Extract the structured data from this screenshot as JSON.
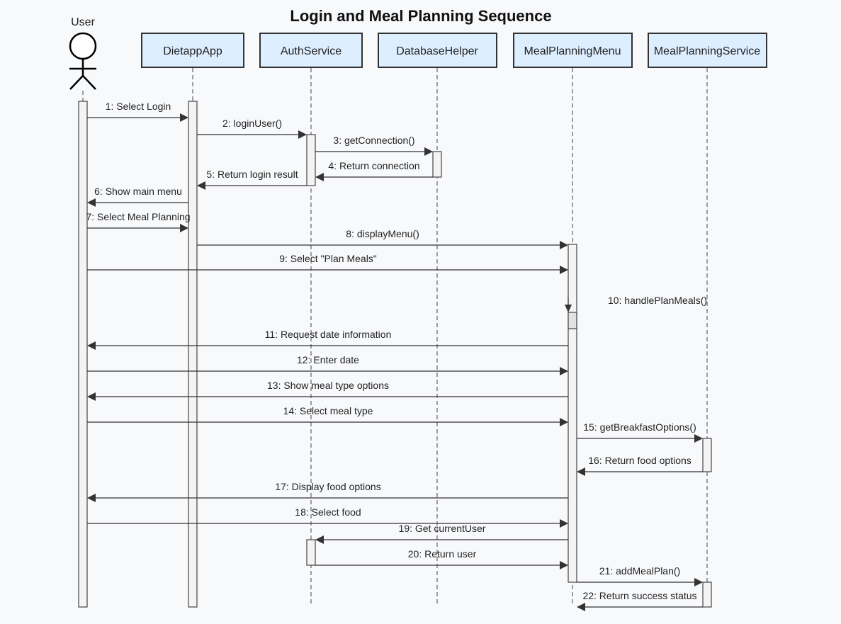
{
  "title": "Login and Meal Planning Sequence",
  "participants": [
    {
      "id": "user",
      "label": "User",
      "kind": "actor"
    },
    {
      "id": "app",
      "label": "DietappApp",
      "kind": "box"
    },
    {
      "id": "auth",
      "label": "AuthService",
      "kind": "box"
    },
    {
      "id": "db",
      "label": "DatabaseHelper",
      "kind": "box"
    },
    {
      "id": "menu",
      "label": "MealPlanningMenu",
      "kind": "box"
    },
    {
      "id": "svc",
      "label": "MealPlanningService",
      "kind": "box"
    }
  ],
  "messages": [
    {
      "label": "1: Select Login",
      "from": "user",
      "to": "app"
    },
    {
      "label": "2: loginUser()",
      "from": "app",
      "to": "auth"
    },
    {
      "label": "3: getConnection()",
      "from": "auth",
      "to": "db"
    },
    {
      "label": "4: Return connection",
      "from": "db",
      "to": "auth"
    },
    {
      "label": "5: Return login result",
      "from": "auth",
      "to": "app"
    },
    {
      "label": "6: Show main menu",
      "from": "app",
      "to": "user"
    },
    {
      "label": "7: Select Meal Planning",
      "from": "user",
      "to": "app"
    },
    {
      "label": "8: displayMenu()",
      "from": "app",
      "to": "menu"
    },
    {
      "label": "9: Select \"Plan Meals\"",
      "from": "user",
      "to": "menu"
    },
    {
      "label": "10: handlePlanMeals()",
      "from": "menu",
      "to": "menu"
    },
    {
      "label": "11: Request date information",
      "from": "menu",
      "to": "user"
    },
    {
      "label": "12: Enter date",
      "from": "user",
      "to": "menu"
    },
    {
      "label": "13: Show meal type options",
      "from": "menu",
      "to": "user"
    },
    {
      "label": "14: Select meal type",
      "from": "user",
      "to": "menu"
    },
    {
      "label": "15: getBreakfastOptions()",
      "from": "menu",
      "to": "svc"
    },
    {
      "label": "16: Return food options",
      "from": "svc",
      "to": "menu"
    },
    {
      "label": "17: Display food options",
      "from": "menu",
      "to": "user"
    },
    {
      "label": "18: Select food",
      "from": "user",
      "to": "menu"
    },
    {
      "label": "19: Get currentUser",
      "from": "menu",
      "to": "auth"
    },
    {
      "label": "20: Return user",
      "from": "auth",
      "to": "menu"
    },
    {
      "label": "21: addMealPlan()",
      "from": "menu",
      "to": "svc"
    },
    {
      "label": "22: Return success status",
      "from": "svc",
      "to": "menu"
    }
  ]
}
